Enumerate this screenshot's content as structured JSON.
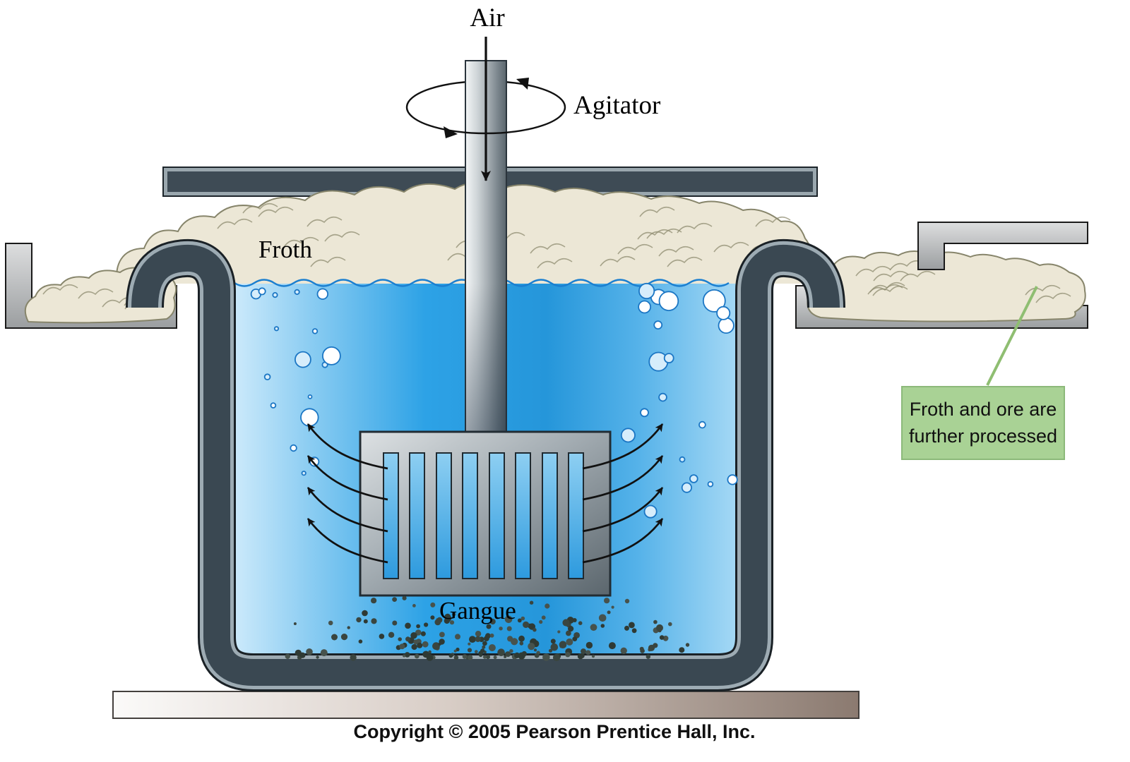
{
  "labels": {
    "air": "Air",
    "agitator": "Agitator",
    "froth": "Froth",
    "gangue": "Gangue"
  },
  "callout": {
    "text": "Froth and ore are further processed"
  },
  "copyright": "Copyright © 2005 Pearson Prentice Hall, Inc.",
  "colors": {
    "liquid_blue": "#2d9fe4",
    "froth_cream": "#ece7d6",
    "froth_outline": "#87856b",
    "tank_wall": "#3a4852",
    "callout_bg": "#a9d295",
    "callout_line": "#8fbe72",
    "gangue_particles": "#3a453f",
    "base_brown": "#8b7a70"
  }
}
